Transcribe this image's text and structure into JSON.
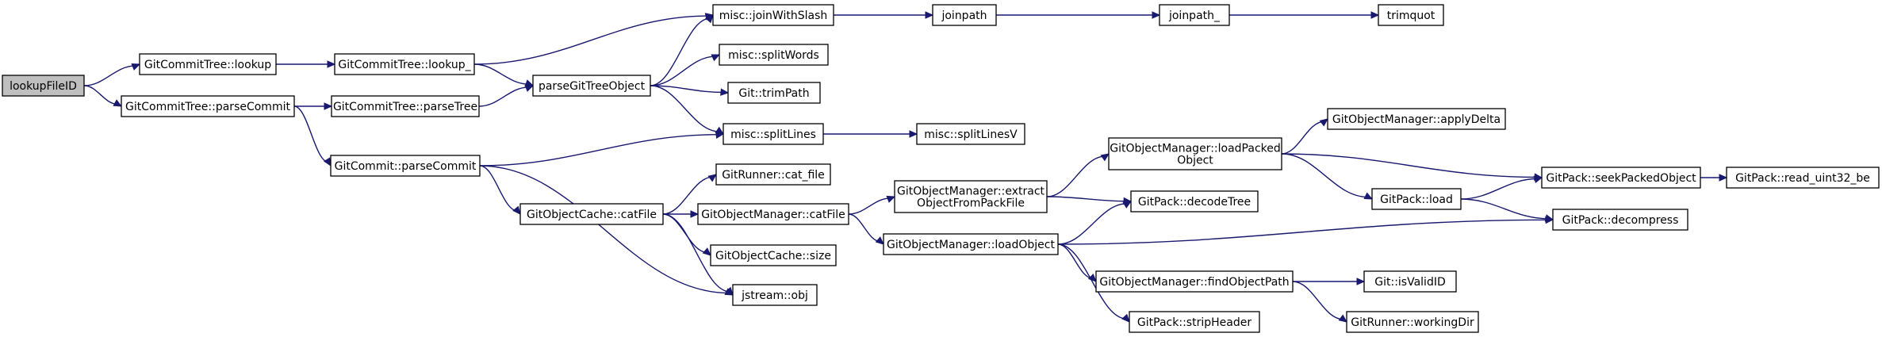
{
  "colors": {
    "edge": "#191970",
    "root_fill": "#bfbfbf",
    "node_fill": "#ffffff",
    "node_stroke": "#000000"
  },
  "nodes": [
    {
      "id": "lookupFileID",
      "lines": [
        "lookupFileID"
      ],
      "root": true
    },
    {
      "id": "GitCommitTree::lookup",
      "lines": [
        "GitCommitTree::lookup"
      ]
    },
    {
      "id": "GitCommitTree::parseCommit",
      "lines": [
        "GitCommitTree::parseCommit"
      ]
    },
    {
      "id": "GitCommitTree::lookup_",
      "lines": [
        "GitCommitTree::lookup_"
      ]
    },
    {
      "id": "GitCommitTree::parseTree",
      "lines": [
        "GitCommitTree::parseTree"
      ]
    },
    {
      "id": "GitCommit::parseCommit",
      "lines": [
        "GitCommit::parseCommit"
      ]
    },
    {
      "id": "parseGitTreeObject",
      "lines": [
        "parseGitTreeObject"
      ]
    },
    {
      "id": "misc::joinWithSlash",
      "lines": [
        "misc::joinWithSlash"
      ]
    },
    {
      "id": "misc::splitWords",
      "lines": [
        "misc::splitWords"
      ]
    },
    {
      "id": "Git::trimPath",
      "lines": [
        "Git::trimPath"
      ]
    },
    {
      "id": "misc::splitLines",
      "lines": [
        "misc::splitLines"
      ]
    },
    {
      "id": "GitRunner::cat_file",
      "lines": [
        "GitRunner::cat_file"
      ]
    },
    {
      "id": "GitObjectCache::catFile",
      "lines": [
        "GitObjectCache::catFile"
      ]
    },
    {
      "id": "GitObjectManager::catFile",
      "lines": [
        "GitObjectManager::catFile"
      ]
    },
    {
      "id": "GitObjectCache::size",
      "lines": [
        "GitObjectCache::size"
      ]
    },
    {
      "id": "jstream::obj",
      "lines": [
        "jstream::obj"
      ]
    },
    {
      "id": "joinpath",
      "lines": [
        "joinpath"
      ]
    },
    {
      "id": "joinpath_",
      "lines": [
        "joinpath_"
      ]
    },
    {
      "id": "trimquot",
      "lines": [
        "trimquot"
      ]
    },
    {
      "id": "misc::splitLinesV",
      "lines": [
        "misc::splitLinesV"
      ]
    },
    {
      "id": "GitObjectManager::extractObjectFromPackFile",
      "lines": [
        "GitObjectManager::extract",
        "ObjectFromPackFile"
      ]
    },
    {
      "id": "GitObjectManager::loadObject",
      "lines": [
        "GitObjectManager::loadObject"
      ]
    },
    {
      "id": "GitObjectManager::loadPackedObject",
      "lines": [
        "GitObjectManager::loadPacked",
        "Object"
      ]
    },
    {
      "id": "GitPack::decodeTree",
      "lines": [
        "GitPack::decodeTree"
      ]
    },
    {
      "id": "GitObjectManager::findObjectPath",
      "lines": [
        "GitObjectManager::findObjectPath"
      ]
    },
    {
      "id": "GitPack::stripHeader",
      "lines": [
        "GitPack::stripHeader"
      ]
    },
    {
      "id": "GitObjectManager::applyDelta",
      "lines": [
        "GitObjectManager::applyDelta"
      ]
    },
    {
      "id": "GitPack::load",
      "lines": [
        "GitPack::load"
      ]
    },
    {
      "id": "GitPack::seekPackedObject",
      "lines": [
        "GitPack::seekPackedObject"
      ]
    },
    {
      "id": "GitPack::decompress",
      "lines": [
        "GitPack::decompress"
      ]
    },
    {
      "id": "GitPack::read_uint32_be",
      "lines": [
        "GitPack::read_uint32_be"
      ]
    },
    {
      "id": "Git::isValidID",
      "lines": [
        "Git::isValidID"
      ]
    },
    {
      "id": "GitRunner::workingDir",
      "lines": [
        "GitRunner::workingDir"
      ]
    }
  ],
  "edges": [
    [
      "lookupFileID",
      "GitCommitTree::lookup"
    ],
    [
      "lookupFileID",
      "GitCommitTree::parseCommit"
    ],
    [
      "GitCommitTree::lookup",
      "GitCommitTree::lookup_"
    ],
    [
      "GitCommitTree::lookup_",
      "misc::joinWithSlash"
    ],
    [
      "GitCommitTree::lookup_",
      "parseGitTreeObject"
    ],
    [
      "GitCommitTree::parseCommit",
      "GitCommitTree::parseTree"
    ],
    [
      "GitCommitTree::parseCommit",
      "GitCommit::parseCommit"
    ],
    [
      "GitCommitTree::parseTree",
      "parseGitTreeObject"
    ],
    [
      "parseGitTreeObject",
      "misc::joinWithSlash"
    ],
    [
      "parseGitTreeObject",
      "misc::splitWords"
    ],
    [
      "parseGitTreeObject",
      "Git::trimPath"
    ],
    [
      "parseGitTreeObject",
      "misc::splitLines"
    ],
    [
      "GitCommit::parseCommit",
      "misc::splitLines"
    ],
    [
      "GitCommit::parseCommit",
      "GitObjectCache::catFile"
    ],
    [
      "GitCommit::parseCommit",
      "jstream::obj"
    ],
    [
      "GitObjectCache::catFile",
      "GitRunner::cat_file"
    ],
    [
      "GitObjectCache::catFile",
      "GitObjectManager::catFile"
    ],
    [
      "GitObjectCache::catFile",
      "GitObjectCache::size"
    ],
    [
      "GitObjectCache::catFile",
      "jstream::obj"
    ],
    [
      "misc::joinWithSlash",
      "joinpath"
    ],
    [
      "joinpath",
      "joinpath_"
    ],
    [
      "joinpath_",
      "trimquot"
    ],
    [
      "misc::splitLines",
      "misc::splitLinesV"
    ],
    [
      "GitObjectManager::catFile",
      "GitObjectManager::extractObjectFromPackFile"
    ],
    [
      "GitObjectManager::catFile",
      "GitObjectManager::loadObject"
    ],
    [
      "GitObjectManager::extractObjectFromPackFile",
      "GitObjectManager::loadPackedObject"
    ],
    [
      "GitObjectManager::extractObjectFromPackFile",
      "GitPack::decodeTree"
    ],
    [
      "GitObjectManager::loadObject",
      "GitPack::decodeTree"
    ],
    [
      "GitObjectManager::loadObject",
      "GitPack::decompress"
    ],
    [
      "GitObjectManager::loadObject",
      "GitObjectManager::findObjectPath"
    ],
    [
      "GitObjectManager::loadObject",
      "GitPack::stripHeader"
    ],
    [
      "GitObjectManager::loadPackedObject",
      "GitObjectManager::applyDelta"
    ],
    [
      "GitObjectManager::loadPackedObject",
      "GitPack::seekPackedObject"
    ],
    [
      "GitObjectManager::loadPackedObject",
      "GitPack::load"
    ],
    [
      "GitPack::load",
      "GitPack::seekPackedObject"
    ],
    [
      "GitPack::load",
      "GitPack::decompress"
    ],
    [
      "GitPack::seekPackedObject",
      "GitPack::read_uint32_be"
    ],
    [
      "GitObjectManager::findObjectPath",
      "Git::isValidID"
    ],
    [
      "GitObjectManager::findObjectPath",
      "GitRunner::workingDir"
    ]
  ]
}
